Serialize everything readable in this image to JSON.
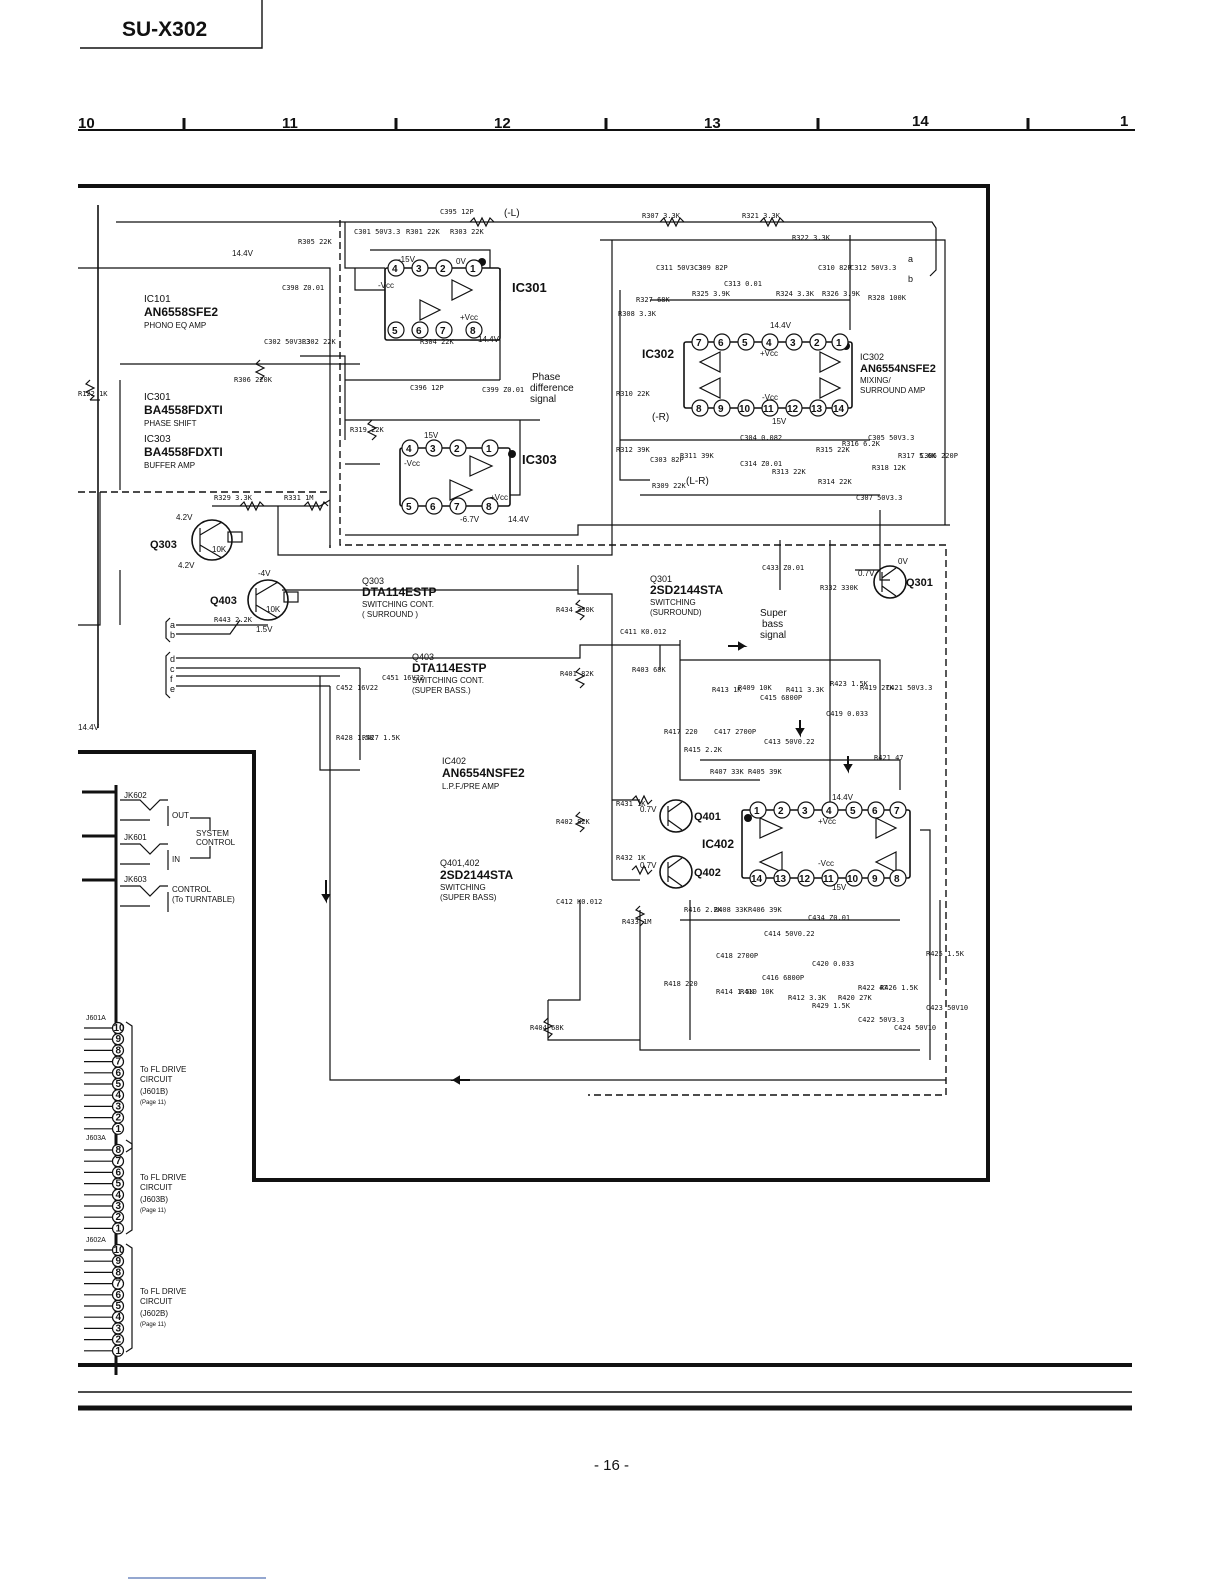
{
  "header": {
    "model": "SU-X302",
    "grid_numbers": [
      "10",
      "11",
      "12",
      "13",
      "14",
      "1"
    ]
  },
  "ic_labels": {
    "ic101_ref": "IC101",
    "ic101_part": "AN6558SFE2",
    "ic101_func": "PHONO EQ AMP",
    "ic301_ref": "IC301",
    "ic301_part": "BA4558FDXTI",
    "ic301_func": "PHASE SHIFT",
    "ic303_ref": "IC303",
    "ic303_part": "BA4558FDXTI",
    "ic303_func": "BUFFER AMP",
    "ic302_ref": "IC302",
    "ic302_part": "AN6554NSFE2",
    "ic302_func1": "MIXING/",
    "ic302_func2": "SURROUND AMP",
    "ic402_ref": "IC402",
    "ic402_part": "AN6554NSFE2",
    "ic402_func": "L.P.F./PRE AMP"
  },
  "chip_tags": {
    "ic301": "IC301",
    "ic303": "IC303",
    "ic302": "IC302",
    "ic402": "IC402"
  },
  "transistors": {
    "q303_label": "Q303",
    "q303_part": "DTA114ESTP",
    "q303_func1": "SWITCHING CONT.",
    "q303_func2": "( SURROUND )",
    "q403_label": "Q403",
    "q403_part": "DTA114ESTP",
    "q403_func1": "SWITCHING CONT.",
    "q403_func2": "(SUPER BASS.)",
    "q301_label": "Q301",
    "q301_part": "2SD2144STA",
    "q301_func1": "SWITCHING",
    "q301_func2": "(SURROUND)",
    "q401_label": "Q401",
    "q402_label": "Q402",
    "q401_402_label": "Q401,402",
    "q401_402_part": "2SD2144STA",
    "q401_402_func1": "SWITCHING",
    "q401_402_func2": "(SUPER BASS)",
    "bias_10k": "10K"
  },
  "signals": {
    "phase_diff1": "Phase",
    "phase_diff2": "difference",
    "phase_diff3": "signal",
    "super_bass1": "Super",
    "super_bass2": "bass",
    "super_bass3": "signal",
    "l_label": "(-L)",
    "r_label": "(-R)",
    "lr_label": "(L-R)",
    "supply_14v4": "14.4V",
    "supply_15v": "15V",
    "minus_vcc": "-Vcc",
    "plus_vcc": "+Vcc"
  },
  "jacks": {
    "jk602": "JK602",
    "jk601": "JK601",
    "jk603": "JK603",
    "out": "OUT",
    "in": "IN",
    "system_control1": "SYSTEM",
    "system_control2": "CONTROL",
    "control1": "CONTROL",
    "control2": "(To TURNTABLE)"
  },
  "connectors": {
    "j601a": "J601A",
    "j603a": "J603A",
    "j602a": "J602A",
    "fl1_line1": "To FL DRIVE",
    "fl1_line2": "CIRCUIT",
    "fl1_line3": "(J601B)",
    "fl1_line4": "(Page 11)",
    "fl2_line1": "To FL DRIVE",
    "fl2_line2": "CIRCUIT",
    "fl2_line3": "(J603B)",
    "fl2_line4": "(Page 11)",
    "fl3_line1": "To FL DRIVE",
    "fl3_line2": "CIRCUIT",
    "fl3_line3": "(J602B)",
    "fl3_line4": "(Page 11)",
    "pins": [
      "10",
      "9",
      "8",
      "7",
      "6",
      "5",
      "4",
      "3",
      "2",
      "1"
    ]
  },
  "ctrl_letters": [
    "a",
    "b",
    "c",
    "d",
    "e",
    "f"
  ],
  "components": {
    "c395": "C395 12P",
    "r307": "R307 3.3K",
    "r321": "R321 3.3K",
    "c301": "C301 50V3.3",
    "r301": "R301 22K",
    "r303": "R303 22K",
    "r305": "R305 22K",
    "c398": "C398 Z0.01",
    "c302": "C302 50V3.3",
    "r302": "R302 22K",
    "r306": "R306 220K",
    "r304": "R304 22K",
    "c396": "C396 12P",
    "c399": "C399 Z0.01",
    "r319": "R319 22K",
    "r122": "R122 1K",
    "c311": "C311 50V3.3",
    "c309": "C309 82P",
    "c313": "C313 0.01",
    "r327": "R327 68K",
    "r325": "R325 3.9K",
    "r308": "R308 3.3K",
    "c310": "C310 82P",
    "c312": "C312 50V3.3",
    "r324": "R324 3.3K",
    "r326": "R326 3.9K",
    "r328": "R328 100K",
    "r322": "R322 3.3K",
    "r310": "R310 22K",
    "r312": "R312 39K",
    "c303": "C303 82P",
    "r311": "R311 39K",
    "c304": "C304 0.082",
    "c314": "C314 Z0.01",
    "r313": "R313 22K",
    "r309": "R309 22K",
    "r315": "R315 22K",
    "r314": "R314 22K",
    "r316": "R316 6.2K",
    "c305": "C305 50V3.3",
    "r318": "R318 12K",
    "r317": "R317 5.6K",
    "c306": "C306 220P",
    "c307": "C307 50V3.3",
    "r329": "R329 3.3K",
    "r331": "R331 1M",
    "r443": "R443 2.2K",
    "c433": "C433 Z0.01",
    "r332": "R332 330K",
    "r434": "R434 330K",
    "c411": "C411 K0.012",
    "r401": "R401 82K",
    "r403": "R403 68K",
    "c451": "C451 16V22",
    "c452": "C452 16V22",
    "r428": "R428 1.5K",
    "r427": "R427 1.5K",
    "r413": "R413 1K",
    "r409": "R409 10K",
    "c415": "C415 6800P",
    "r411": "R411 3.3K",
    "r423": "R423 1.5K",
    "c419": "C419 0.033",
    "r419": "R419 27K",
    "c421": "C421 50V3.3",
    "r417": "R417 220",
    "c417": "C417 2700P",
    "c413": "C413 50V0.22",
    "r415": "R415 2.2K",
    "r407": "R407 33K",
    "r405": "R405 39K",
    "r421": "R421 47",
    "r431": "R431 1K",
    "r432": "R432 1K",
    "r402": "R402 82K",
    "c412": "C412 K0.012",
    "r433": "R433 1M",
    "r416": "R416 2.2K",
    "r408": "R408 33K",
    "r406": "R406 39K",
    "c414": "C414 50V0.22",
    "c434": "C434 Z0.01",
    "c418": "C418 2700P",
    "r418": "R418 220",
    "r414": "R414 1.5K",
    "r410": "R410 10K",
    "c416": "C416 6800P",
    "r412": "R412 3.3K",
    "r429": "R429 1.5K",
    "c420": "C420 0.033",
    "r420": "R420 27K",
    "r422": "R422 47",
    "c422": "C422 50V3.3",
    "r426": "R426 1.5K",
    "c424": "C424 50V10",
    "c423": "C423 50V10",
    "r425": "R425 1.5K",
    "r404": "R404 68K"
  },
  "voltages": {
    "v0": "0V",
    "v14_4": "14.4V",
    "v15": "15V",
    "v_minus15": "-15V",
    "v_minus6_7": "-6.7V",
    "v4_2": "4.2V",
    "v1_5": "1.5V",
    "v0_7": "0.7V",
    "v_minus4": "-4V"
  },
  "footer": {
    "page_number": "- 16 -"
  }
}
